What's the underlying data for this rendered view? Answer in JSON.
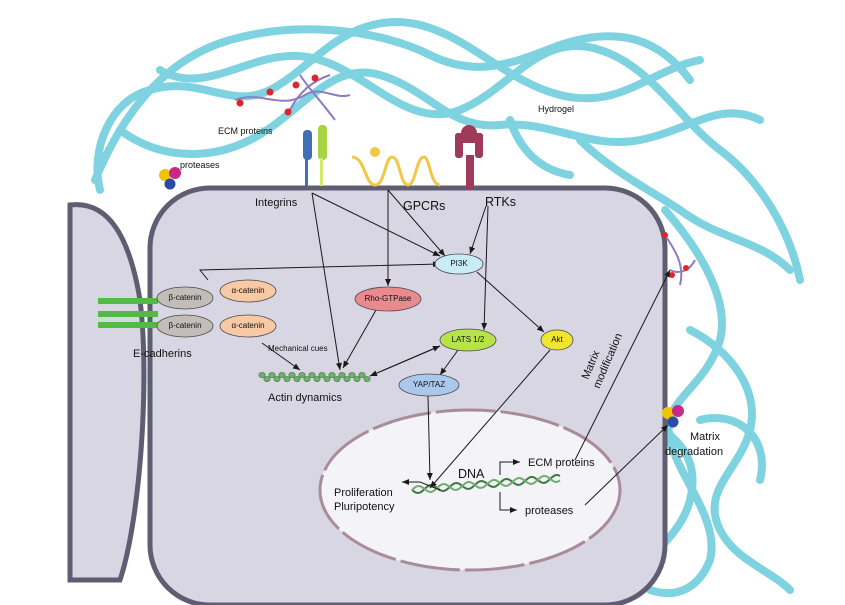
{
  "labels": {
    "hydrogel": "Hydrogel",
    "ecm_proteins_top": "ECM proteins",
    "proteases_top": "proteases",
    "integrins": "Integrins",
    "gpcrs": "GPCRs",
    "rtks": "RTKs",
    "pi3k": "PI3K",
    "rho_gtpase": "Rho-GTPase",
    "akt": "Akt",
    "lats": "LATS 1/2",
    "yap_taz": "YAP/TAZ",
    "beta_catenin_1": "β-catenin",
    "alpha_catenin_1": "α-catenin",
    "beta_catenin_2": "β-catenin",
    "alpha_catenin_2": "α-catenin",
    "e_cadherins": "E-cadherins",
    "mechanical_cues": "Mechanical cues",
    "actin_dynamics": "Actin dynamics",
    "dna": "DNA",
    "proliferation": "Proliferation",
    "pluripotency": "Pluripotency",
    "ecm_proteins_nucleus": "ECM proteins",
    "proteases_nucleus": "proteases",
    "matrix_modification_1": "Matrix",
    "matrix_modification_2": "modification",
    "matrix_degradation_1": "Matrix",
    "matrix_degradation_2": "degradation"
  },
  "colors": {
    "hydrogel": "#7fd3e0",
    "cell_fill": "#d8d6e3",
    "cell_border": "#5f5d72",
    "nucleus_fill": "#f4f3f8",
    "nucleus_border": "#a98c9a",
    "pi3k": "#c8ecf4",
    "rho_gtpase": "#e98a8f",
    "akt": "#f0e632",
    "lats": "#b7e34a",
    "yap_taz": "#a9c8ec",
    "beta_catenin": "#c2bdb9",
    "alpha_catenin": "#f7c9a4",
    "cadherin": "#55b94a",
    "actin": "#6fae70",
    "rtk": "#9e3a5a",
    "gpcr": "#f2c745",
    "ecm_fiber": "#8f7bbd",
    "ecm_dot": "#e0242c"
  }
}
